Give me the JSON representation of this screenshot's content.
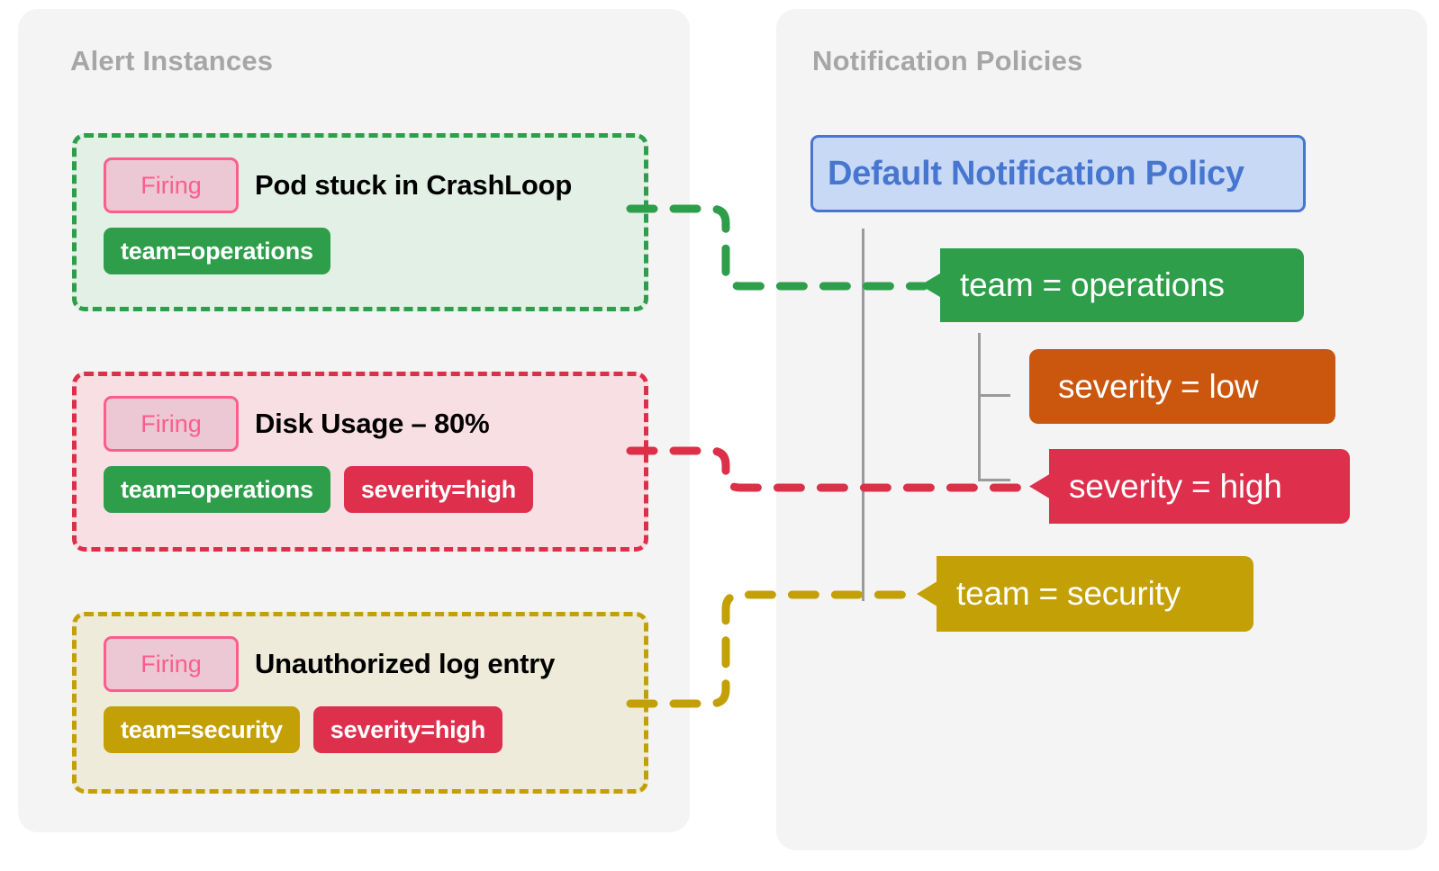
{
  "panels": {
    "alerts": {
      "title": "Alert Instances"
    },
    "policies": {
      "title": "Notification Policies"
    }
  },
  "alert_instances": [
    {
      "status": "Firing",
      "title": "Pod stuck in CrashLoop",
      "labels": [
        {
          "text": "team=operations",
          "color": "#2e9e4a"
        }
      ],
      "accent": "#2e9e4a",
      "background": "#e2f0e5"
    },
    {
      "status": "Firing",
      "title": "Disk Usage – 80%",
      "labels": [
        {
          "text": "team=operations",
          "color": "#2e9e4a"
        },
        {
          "text": "severity=high",
          "color": "#de2f4c"
        }
      ],
      "accent": "#dc3049",
      "background": "#f8dfe4"
    },
    {
      "status": "Firing",
      "title": "Unauthorized log entry",
      "labels": [
        {
          "text": "team=security",
          "color": "#c4a007"
        },
        {
          "text": "severity=high",
          "color": "#de2f4c"
        }
      ],
      "accent": "#c4a007",
      "background": "#efebdb"
    }
  ],
  "notification_policies": {
    "root": {
      "label": "Default Notification Policy",
      "color": "#4776d1",
      "background": "#c8d9f5"
    },
    "routes": [
      {
        "label": "team = operations",
        "color": "#2e9e4a",
        "matched": true,
        "depth": 1
      },
      {
        "label": "severity = low",
        "color": "#cb560e",
        "matched": false,
        "depth": 2
      },
      {
        "label": "severity = high",
        "color": "#de2f4c",
        "matched": true,
        "depth": 2
      },
      {
        "label": "team = security",
        "color": "#c4a007",
        "matched": true,
        "depth": 1
      }
    ]
  },
  "connections": [
    {
      "from": "Pod stuck in CrashLoop",
      "to": "team = operations",
      "color": "#2e9e4a"
    },
    {
      "from": "Disk Usage – 80%",
      "to": "severity = high",
      "color": "#dc3049"
    },
    {
      "from": "Unauthorized log entry",
      "to": "team = security",
      "color": "#c4a007"
    }
  ],
  "colors": {
    "panel_background": "#f4f4f4",
    "page_background": "#ffffff",
    "title_text": "#a6a6a6",
    "tree_line": "#9a9a9a",
    "firing_badge_background": "#ecc8d4",
    "firing_badge_border": "#fb5d8d",
    "firing_badge_text": "#fb5d8d"
  }
}
